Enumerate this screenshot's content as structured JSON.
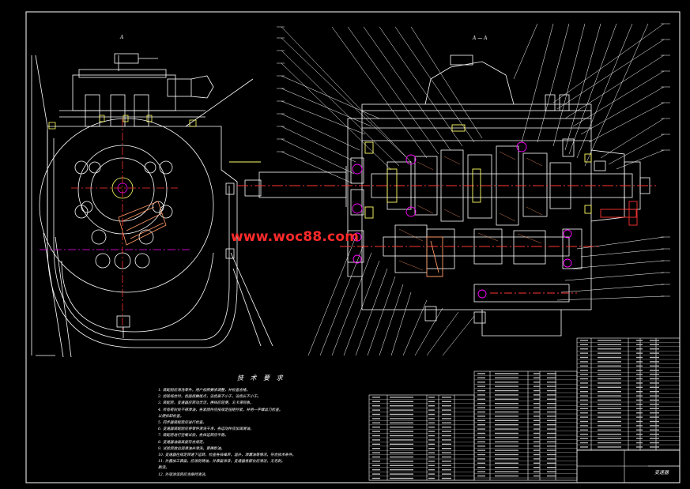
{
  "watermark": "www.woc88.com",
  "views": {
    "left_label": "A",
    "right_label": "A — A"
  },
  "technical_requirements": {
    "title": "技 术 要 求",
    "items": [
      "1. 装配前应清洗零件，用户按照要求调整，并检查合格。",
      "2. 齿轮啮合时，齿面接触斑点，沿齿高不小于，沿齿长不小于。",
      "3. 装配后，变速器应转动灵活，换挡应轻便，无卡滞现象。",
      "4. 所有密封处不得渗油，各紧固件应按规定扭矩拧紧，并用一字螺丝刀检查。",
      "   以便拆卸检查。",
      "5. 同步器装配后应进行检查。",
      "6. 变速器装配前应将零件清洗干净，各运动件应加润滑油。",
      "7. 装配后进行空载试验，各挡运转应平稳。",
      "8. 变速器油面高度符合规定。",
      "9. 试验后放出润滑油并清洗，更换新油。",
      "10. 变速器在规定转速下运转，检查各挡噪声，温升，渗漏油等情况，符合技术条件。",
      "11. 外露加工表面，应涂防锈油，外表面涂漆，变速器各部位应清洁，无毛刺。",
      "   刷漆。",
      "12. 外观涂漆后应当保持清洁。"
    ]
  },
  "title_block": {
    "drawing_title": "变速器"
  }
}
